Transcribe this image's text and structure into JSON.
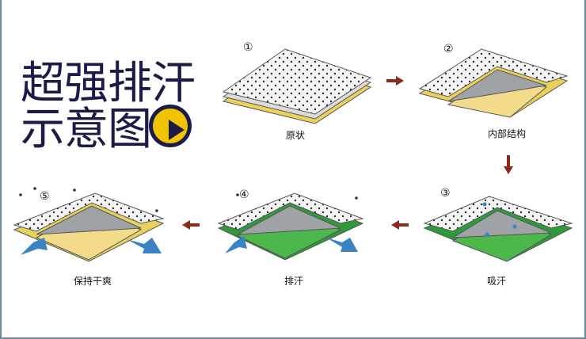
{
  "title": {
    "line1": "超强排汗",
    "line2": "示意图"
  },
  "steps": [
    {
      "num": "①",
      "label": "原状"
    },
    {
      "num": "②",
      "label": "内部结构"
    },
    {
      "num": "③",
      "label": "吸汗"
    },
    {
      "num": "④",
      "label": "排汗"
    },
    {
      "num": "⑤",
      "label": "保持干爽"
    }
  ],
  "icons": {
    "play": "play-icon",
    "arrow": "arrow-icon"
  },
  "colors": {
    "title": "#1b1b4a",
    "accent": "#f2c400",
    "arrow": "#8b2a1a",
    "fabric_top": "#f4f4f4",
    "yellow_layer": "#f2dc8c",
    "gray_layer": "#9fa3a6",
    "green_layer": "#3aa53a",
    "blue_arrow": "#3b82c4"
  }
}
